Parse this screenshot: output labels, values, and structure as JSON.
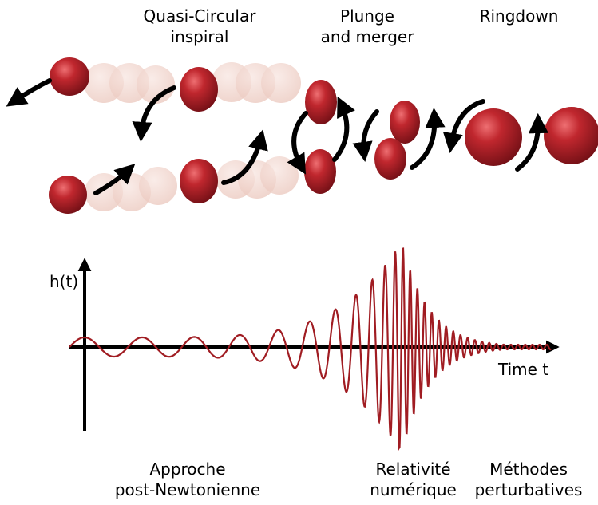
{
  "phases": {
    "inspiral": [
      "Quasi-Circular",
      "inspiral"
    ],
    "merger": [
      "Plunge",
      "and merger"
    ],
    "ringdown": "Ringdown"
  },
  "axes": {
    "ylabel": "h(t)",
    "xlabel": "Time t"
  },
  "methods": {
    "post_newtonian": [
      "Approche",
      "post-Newtonienne"
    ],
    "numerical_relativity": [
      "Relativité",
      "numérique"
    ],
    "perturbative": [
      "Méthodes",
      "perturbatives"
    ]
  },
  "colors": {
    "black_hole": "#a41c24",
    "black_hole_highlight": "#e85a5e",
    "ghost": "#f3d6cf",
    "waveform": "#a01c22",
    "arrows": "#000000"
  }
}
